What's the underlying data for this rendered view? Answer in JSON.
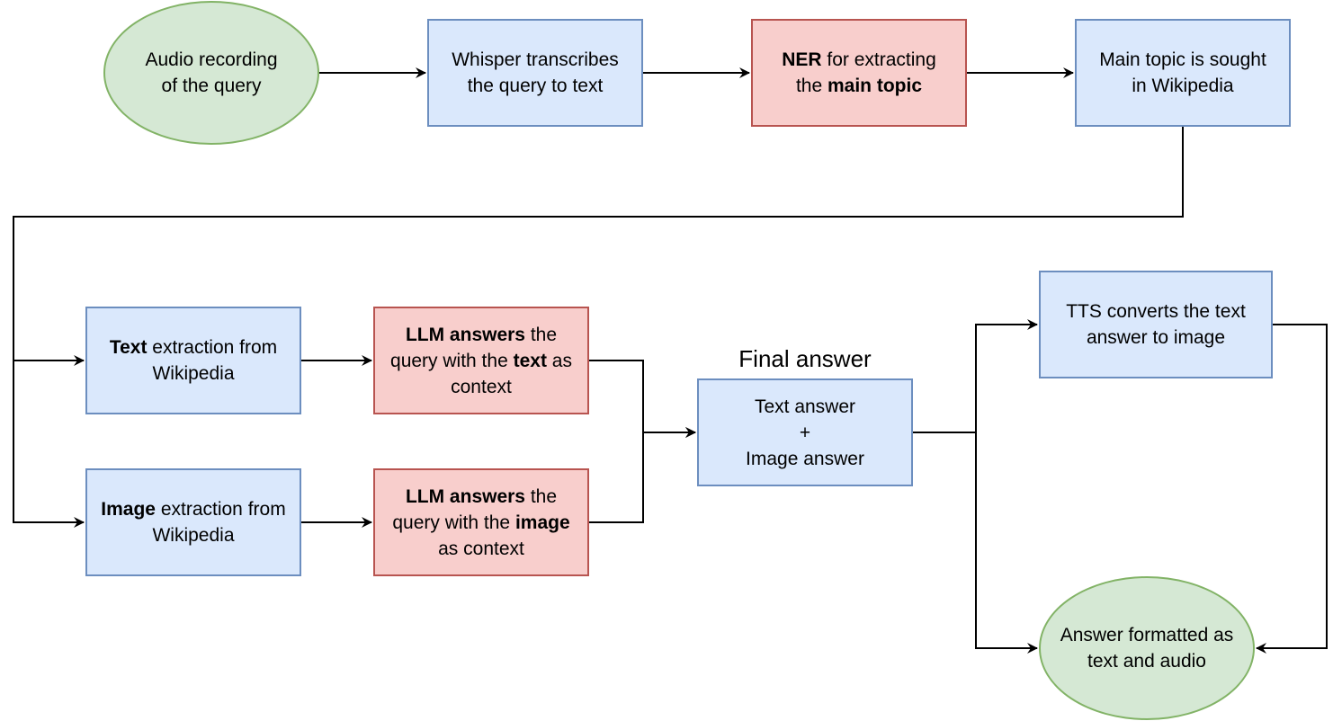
{
  "nodes": {
    "audio": {
      "lines": [
        [
          {
            "t": "Audio recording"
          }
        ],
        [
          {
            "t": "of the query"
          }
        ]
      ]
    },
    "whisper": {
      "lines": [
        [
          {
            "t": "Whisper transcribes"
          }
        ],
        [
          {
            "t": "the query to text"
          }
        ]
      ]
    },
    "ner": {
      "lines": [
        [
          {
            "t": "NER",
            "b": true
          },
          {
            "t": " for extracting"
          }
        ],
        [
          {
            "t": "the "
          },
          {
            "t": "main topic",
            "b": true
          }
        ]
      ]
    },
    "wiki": {
      "lines": [
        [
          {
            "t": "Main topic is sought"
          }
        ],
        [
          {
            "t": "in Wikipedia"
          }
        ]
      ]
    },
    "text_extract": {
      "lines": [
        [
          {
            "t": "Text",
            "b": true
          },
          {
            "t": " extraction from"
          }
        ],
        [
          {
            "t": "Wikipedia"
          }
        ]
      ]
    },
    "image_extract": {
      "lines": [
        [
          {
            "t": "Image",
            "b": true
          },
          {
            "t": " extraction from"
          }
        ],
        [
          {
            "t": "Wikipedia"
          }
        ]
      ]
    },
    "llm_text": {
      "lines": [
        [
          {
            "t": "LLM answers",
            "b": true
          },
          {
            "t": " the"
          }
        ],
        [
          {
            "t": "query with the "
          },
          {
            "t": "text",
            "b": true
          },
          {
            "t": " as"
          }
        ],
        [
          {
            "t": "context"
          }
        ]
      ]
    },
    "llm_image": {
      "lines": [
        [
          {
            "t": "LLM answers",
            "b": true
          },
          {
            "t": " the"
          }
        ],
        [
          {
            "t": "query with the "
          },
          {
            "t": "image",
            "b": true
          }
        ],
        [
          {
            "t": "as context"
          }
        ]
      ]
    },
    "final": {
      "lines": [
        [
          {
            "t": "Text answer"
          }
        ],
        [
          {
            "t": "+"
          }
        ],
        [
          {
            "t": "Image answer"
          }
        ]
      ]
    },
    "tts": {
      "lines": [
        [
          {
            "t": "TTS converts the text"
          }
        ],
        [
          {
            "t": "answer to image"
          }
        ]
      ]
    },
    "output": {
      "lines": [
        [
          {
            "t": "Answer formatted as"
          }
        ],
        [
          {
            "t": "text and audio"
          }
        ]
      ]
    }
  },
  "final_caption": "Final answer",
  "edges": [
    {
      "from": "audio",
      "to": "whisper"
    },
    {
      "from": "whisper",
      "to": "ner"
    },
    {
      "from": "ner",
      "to": "wiki"
    },
    {
      "from": "wiki",
      "to": "text_extract"
    },
    {
      "from": "wiki",
      "to": "image_extract"
    },
    {
      "from": "text_extract",
      "to": "llm_text"
    },
    {
      "from": "image_extract",
      "to": "llm_image"
    },
    {
      "from": "llm_text",
      "to": "final"
    },
    {
      "from": "llm_image",
      "to": "final"
    },
    {
      "from": "final",
      "to": "tts"
    },
    {
      "from": "final",
      "to": "output"
    },
    {
      "from": "tts",
      "to": "output"
    }
  ],
  "colors": {
    "process_fill": "#dae8fc",
    "process_stroke": "#6c8ebf",
    "model_fill": "#f8cecc",
    "model_stroke": "#b85450",
    "io_fill": "#d5e8d4",
    "io_stroke": "#82b366",
    "edge": "#000000"
  }
}
